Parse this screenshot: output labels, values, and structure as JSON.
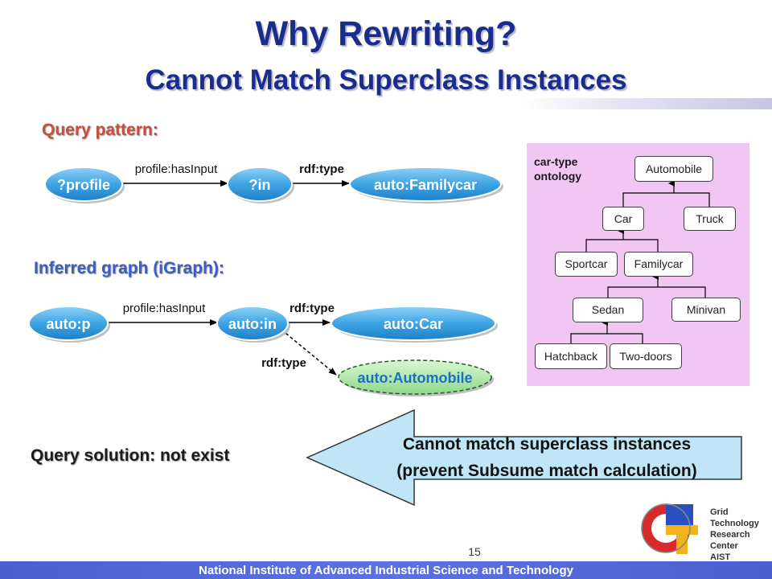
{
  "title": {
    "line1": "Why Rewriting?",
    "line2": "Cannot Match Superclass Instances"
  },
  "query_pattern": {
    "heading": "Query pattern:",
    "nodes": [
      "?profile",
      "?in",
      "auto:Familycar"
    ],
    "edges": [
      "profile:hasInput",
      "rdf:type"
    ]
  },
  "inferred_graph": {
    "heading": "Inferred graph (iGraph):",
    "nodes": [
      "auto:p",
      "auto:in",
      "auto:Car",
      "auto:Automobile"
    ],
    "edges": [
      "profile:hasInput",
      "rdf:type",
      "rdf:type"
    ]
  },
  "ontology": {
    "label": "car-type\nontology",
    "nodes": [
      "Automobile",
      "Car",
      "Truck",
      "Sportcar",
      "Familycar",
      "Sedan",
      "Minivan",
      "Hatchback",
      "Two-doors"
    ]
  },
  "solution": {
    "text": "Query solution: not exist"
  },
  "callout": {
    "line1": "Cannot match superclass instances",
    "line2": "(prevent Subsume match calculation)"
  },
  "logo": {
    "text": "Grid\nTechnology\nResearch\nCenter\nAIST"
  },
  "footer": {
    "page_number": "15",
    "organization": "National Institute of Advanced Industrial Science and Technology"
  },
  "colors": {
    "title": "#1b2d8c",
    "node_fill": "#3ea4e4",
    "dashed_node_fill": "#a7e7a0",
    "ontology_panel": "#f2c6f2",
    "callout_fill": "#bfe5f7",
    "footer": "#4a5fd0"
  }
}
